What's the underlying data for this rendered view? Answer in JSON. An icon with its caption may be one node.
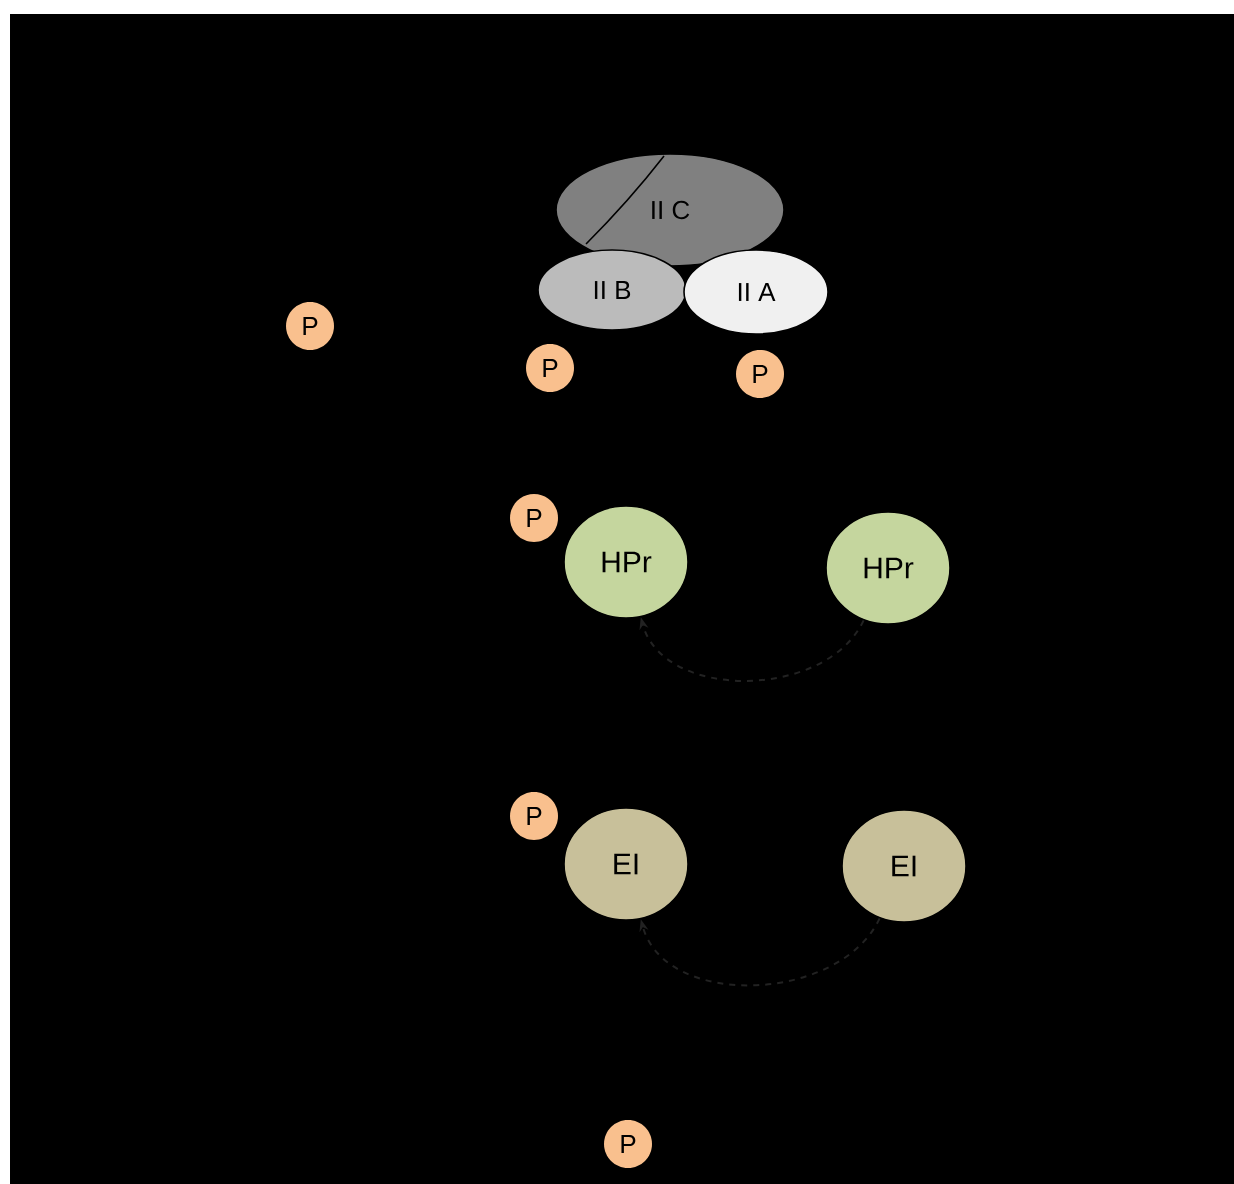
{
  "diagram": {
    "nodes": [
      {
        "text": [
          "II C"
        ]
      },
      {
        "text": [
          "II B"
        ]
      },
      {
        "text": [
          "II A"
        ]
      },
      {
        "text": [
          "P"
        ]
      },
      {
        "text": [
          "P"
        ]
      },
      {
        "text": [
          "P"
        ]
      },
      {
        "text": [
          "P"
        ]
      },
      {
        "text": [
          "HPr"
        ]
      },
      {
        "text": [
          "HPr"
        ]
      },
      {
        "text": [
          "P"
        ]
      },
      {
        "text": [
          "EI"
        ]
      },
      {
        "text": [
          "EI"
        ]
      },
      {
        "text": [
          "P"
        ]
      }
    ],
    "edges": [
      {
        "from": 8,
        "to": 7,
        "arrow": "to",
        "style": "dashed"
      },
      {
        "from": 11,
        "to": 10,
        "arrow": "to",
        "style": "dashed"
      }
    ]
  }
}
